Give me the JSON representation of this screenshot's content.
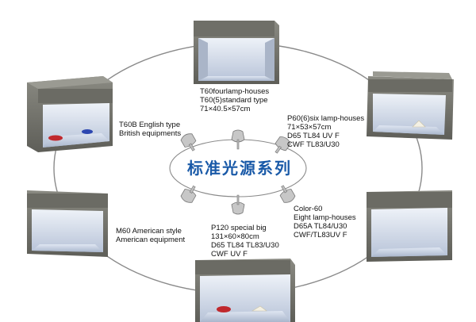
{
  "center_title": "标准光源系列",
  "colors": {
    "ellipse": "#8a8a8a",
    "title": "#1a5aa8",
    "cabinet_body": "#7d7d74",
    "cabinet_inner": "#c9d3e3"
  },
  "products": [
    {
      "id": "t60",
      "lines": [
        "T60fourlamp-houses",
        "T60(5)standard type",
        "71×40.5×57cm"
      ]
    },
    {
      "id": "p60",
      "lines": [
        "P60(6)six lamp-houses",
        "71×53×57cm",
        "D65 TL84 UV F",
        "CWF TL83/U30"
      ]
    },
    {
      "id": "color60",
      "lines": [
        "Color-60",
        "Eight lamp-houses",
        "D65A TL84/U30",
        "CWF/TL83UV F"
      ]
    },
    {
      "id": "p120",
      "lines": [
        "P120 special big",
        "131×60×80cm",
        "D65 TL84 TL83/U30",
        "CWF UV F"
      ]
    },
    {
      "id": "m60",
      "lines": [
        "M60 American style",
        "American equipment"
      ]
    },
    {
      "id": "t60b",
      "lines": [
        "T60B English type",
        "British equipments"
      ]
    }
  ]
}
